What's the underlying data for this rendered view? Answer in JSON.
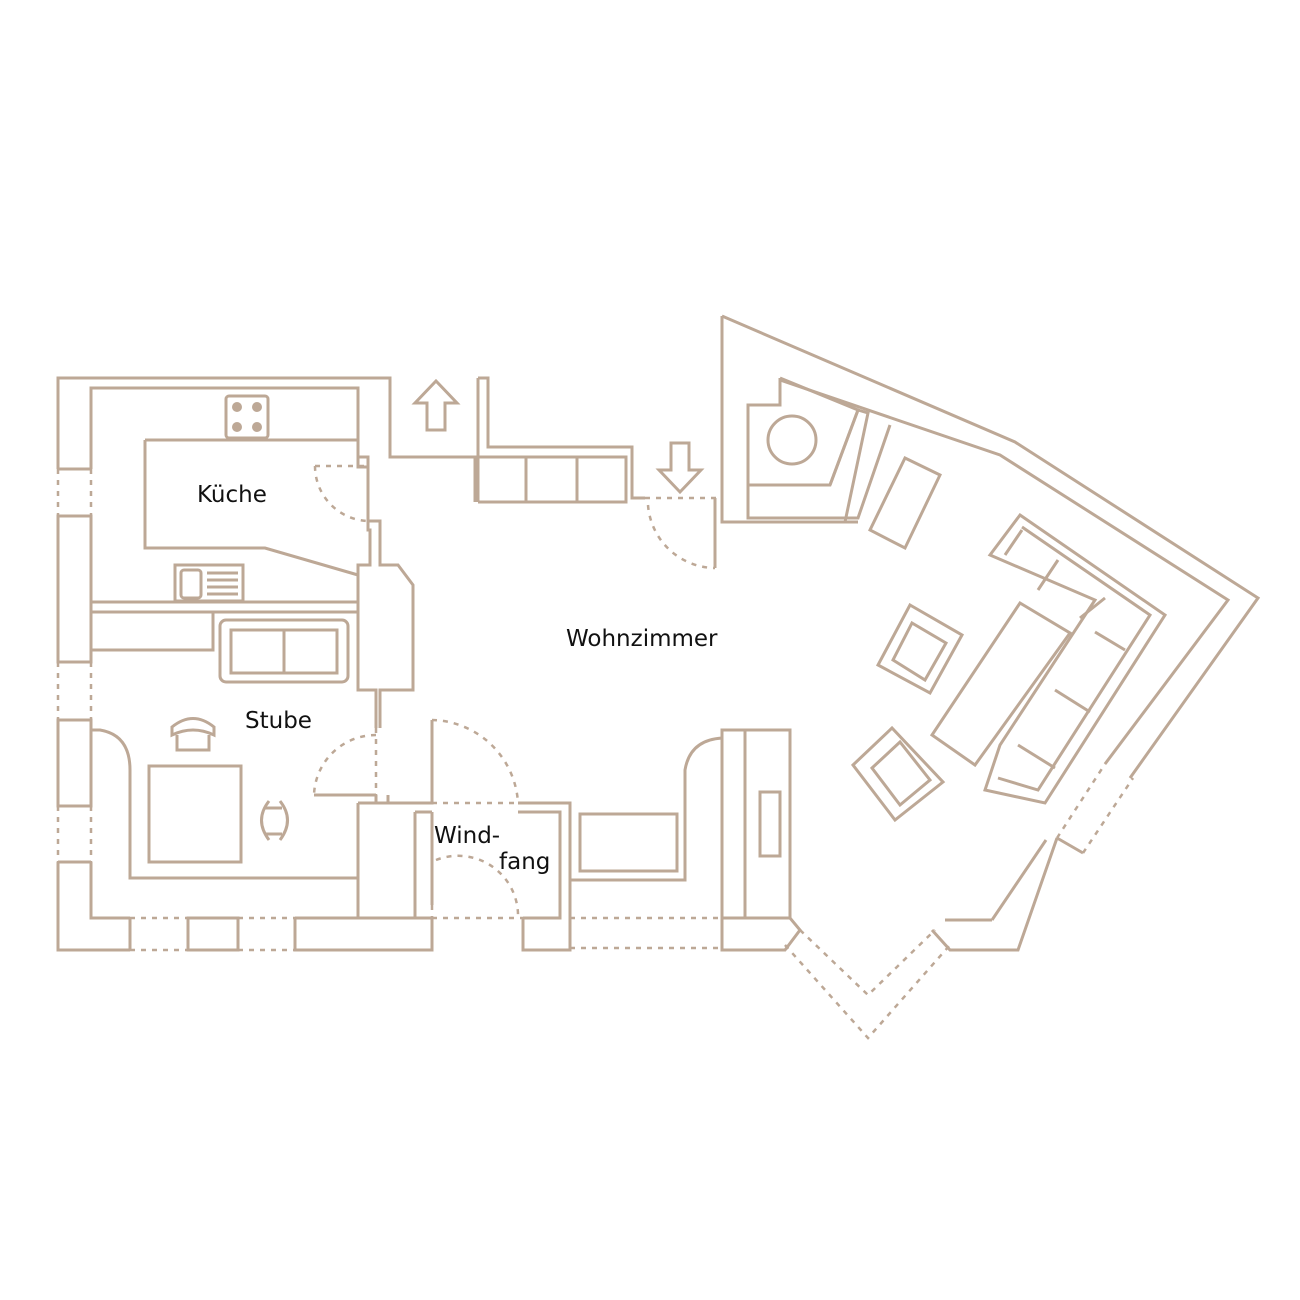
{
  "colors": {
    "line": "#bda896",
    "fill": "#bda896",
    "text": "#111111",
    "background": "#ffffff"
  },
  "rooms": {
    "kueche": "Küche",
    "wohnzimmer": "Wohnzimmer",
    "stube": "Stube",
    "windfang_line1": "Wind-",
    "windfang_line2": "fang"
  }
}
